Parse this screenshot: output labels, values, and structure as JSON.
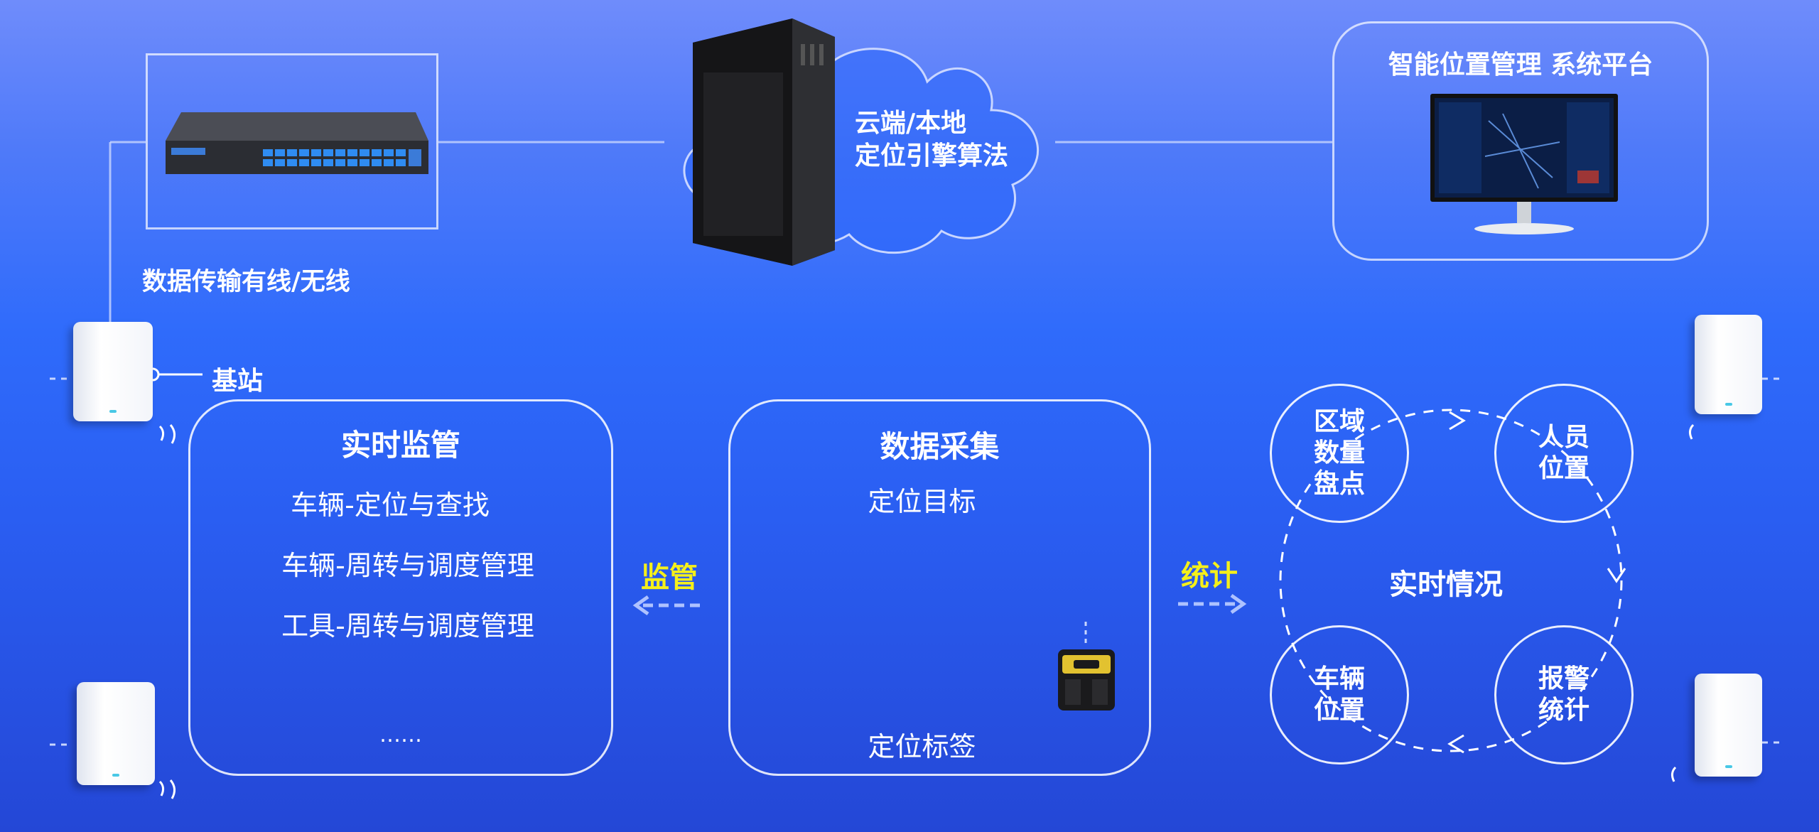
{
  "labels": {
    "transmission": "数据传输有线/无线",
    "base_station": "基站",
    "cloud_line1": "云端/本地",
    "cloud_line2": "定位引擎算法",
    "platform": "智能位置管理 系统平台",
    "supervise": "监管",
    "statistics": "统计"
  },
  "panels": {
    "monitor": {
      "title": "实时监管",
      "items": [
        "车辆-定位与查找",
        "车辆-周转与调度管理",
        "工具-周转与调度管理",
        "……"
      ]
    },
    "collect": {
      "title": "数据采集",
      "target": "定位目标",
      "tag": "定位标签"
    },
    "realtime": {
      "center": "实时情况",
      "circles": [
        "区域\n数量\n盘点",
        "人员\n位置",
        "车辆\n位置",
        "报警\n统计"
      ]
    }
  },
  "colors": {
    "highlight": "#f5f01a",
    "line": "#c9d6ff"
  },
  "icons": [
    "network-switch-icon",
    "server-tower-icon",
    "cloud-icon",
    "monitor-icon",
    "access-point-icon",
    "location-tag-icon"
  ]
}
